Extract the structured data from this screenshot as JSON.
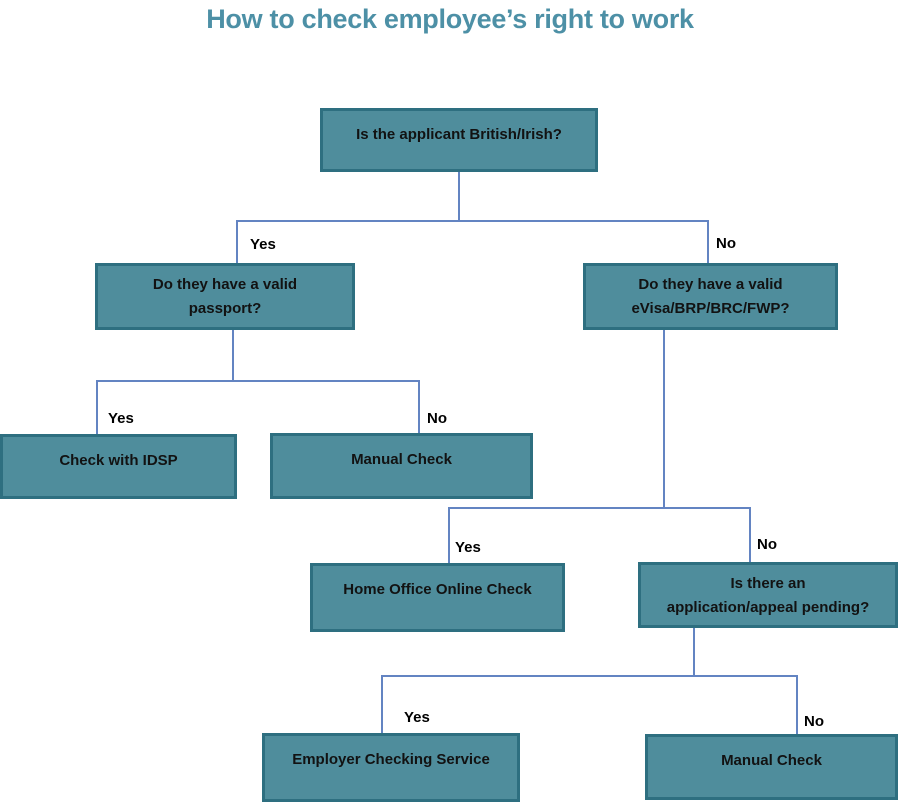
{
  "title": "How to check employee’s right to work",
  "colors": {
    "background": "#FFFFFF",
    "box_fill": "#4F8D9C",
    "box_border": "#2E6F80",
    "box_text": "#121212",
    "connector_line": "#6384C2",
    "title_text": "#4D90A6",
    "edge_label_text": "#000000"
  },
  "nodes": {
    "root": {
      "lines": [
        "Is the applicant British/Irish?"
      ]
    },
    "passport": {
      "lines": [
        "Do they have a valid",
        "passport?"
      ]
    },
    "evisa": {
      "lines": [
        "Do they have a valid",
        "eVisa/BRP/BRC/FWP?"
      ]
    },
    "idsp": {
      "lines": [
        "Check with IDSP"
      ]
    },
    "manual_check_passport_no": {
      "lines": [
        "Manual Check"
      ]
    },
    "home_office": {
      "lines": [
        "Home Office Online Check"
      ]
    },
    "pending": {
      "lines": [
        "Is there an",
        "application/appeal pending?"
      ]
    },
    "ecs": {
      "lines": [
        "Employer Checking Service"
      ]
    },
    "manual_check_pending_no": {
      "lines": [
        "Manual Check"
      ]
    }
  },
  "edge_labels": {
    "root_yes": "Yes",
    "root_no": "No",
    "passport_yes": "Yes",
    "passport_no": "No",
    "evisa_yes": "Yes",
    "evisa_no": "No",
    "pending_yes": "Yes",
    "pending_no": "No"
  }
}
